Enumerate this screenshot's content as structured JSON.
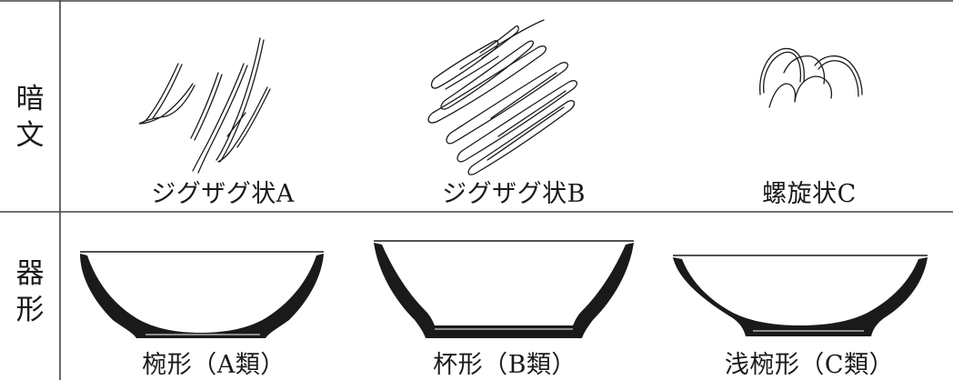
{
  "rows": {
    "pattern": {
      "heading_char1": "暗",
      "heading_char2": "文",
      "items": [
        {
          "label": "ジグザグ状A"
        },
        {
          "label": "ジグザグ状B"
        },
        {
          "label": "螺旋状C"
        }
      ]
    },
    "shape": {
      "heading_char1": "器",
      "heading_char2": "形",
      "items": [
        {
          "label": "椀形（A類）"
        },
        {
          "label": "杯形（B類）"
        },
        {
          "label": "浅椀形（C類）"
        }
      ]
    }
  },
  "colors": {
    "ink": "#1a1a1a",
    "rule": "#444444",
    "background": "#ffffff"
  }
}
